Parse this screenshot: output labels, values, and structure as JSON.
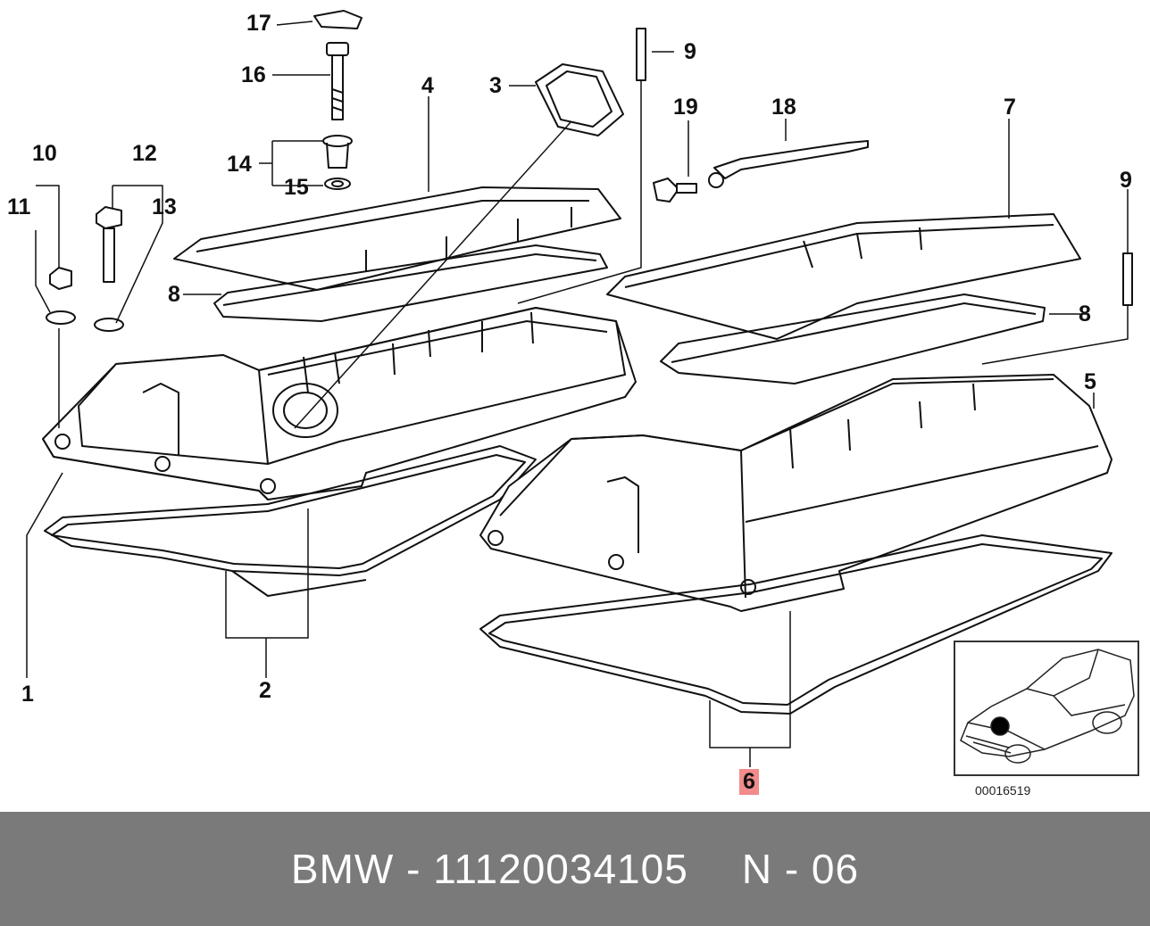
{
  "diagram": {
    "callouts": [
      {
        "id": "c17",
        "text": "17"
      },
      {
        "id": "c16",
        "text": "16"
      },
      {
        "id": "c14",
        "text": "14"
      },
      {
        "id": "c15",
        "text": "15"
      },
      {
        "id": "c3",
        "text": "3"
      },
      {
        "id": "c4",
        "text": "4"
      },
      {
        "id": "c9a",
        "text": "9"
      },
      {
        "id": "c19",
        "text": "19"
      },
      {
        "id": "c18",
        "text": "18"
      },
      {
        "id": "c7",
        "text": "7"
      },
      {
        "id": "c9b",
        "text": "9"
      },
      {
        "id": "c10",
        "text": "10"
      },
      {
        "id": "c12",
        "text": "12"
      },
      {
        "id": "c11",
        "text": "11"
      },
      {
        "id": "c13",
        "text": "13"
      },
      {
        "id": "c8a",
        "text": "8"
      },
      {
        "id": "c8b",
        "text": "8"
      },
      {
        "id": "c5",
        "text": "5"
      },
      {
        "id": "c1",
        "text": "1"
      },
      {
        "id": "c2",
        "text": "2"
      },
      {
        "id": "c6",
        "text": "6",
        "highlighted": true
      }
    ],
    "diagram_id": "00016519",
    "highlight_color": "#f28b8b"
  },
  "footer": {
    "part_text": "BMW - 11120034105",
    "position_text": "N - 06",
    "bar_color": "#7a7a7a"
  }
}
